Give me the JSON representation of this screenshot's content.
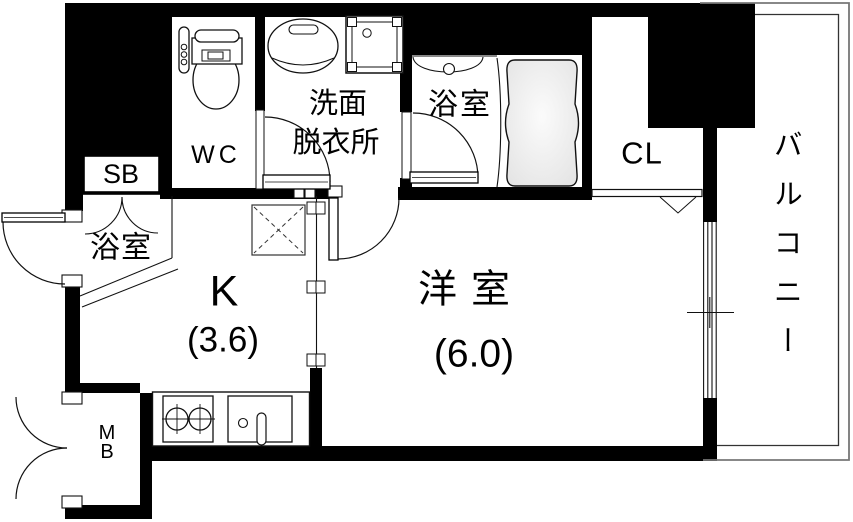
{
  "title": "apartment-floorplan-1K",
  "labels": {
    "wc": "WC",
    "washroom_line1": "洗面",
    "washroom_line2": "脱衣所",
    "bathroom_top": "浴室",
    "bathroom_entry": "浴室",
    "shoe_box": "SB",
    "closet": "CL",
    "meter_box": "MB",
    "kitchen": "K",
    "kitchen_size": "(3.6)",
    "western_room": "洋室",
    "western_room_size": "(6.0)",
    "balcony": "バルコニー"
  },
  "colors": {
    "wall": "#000000",
    "line": "#111111",
    "balcony_outer_line": "#777777",
    "balcony_inner_line": "#333333",
    "bathtub_fill": "#ececec",
    "background": "#ffffff"
  },
  "icons": [
    "toilet-icon",
    "washbasin-icon",
    "washing-machine-icon",
    "bath-sink-icon",
    "bathtub-icon",
    "stove-icon",
    "kitchen-sink-icon",
    "refrigerator-space-icon",
    "sliding-window-icon"
  ]
}
